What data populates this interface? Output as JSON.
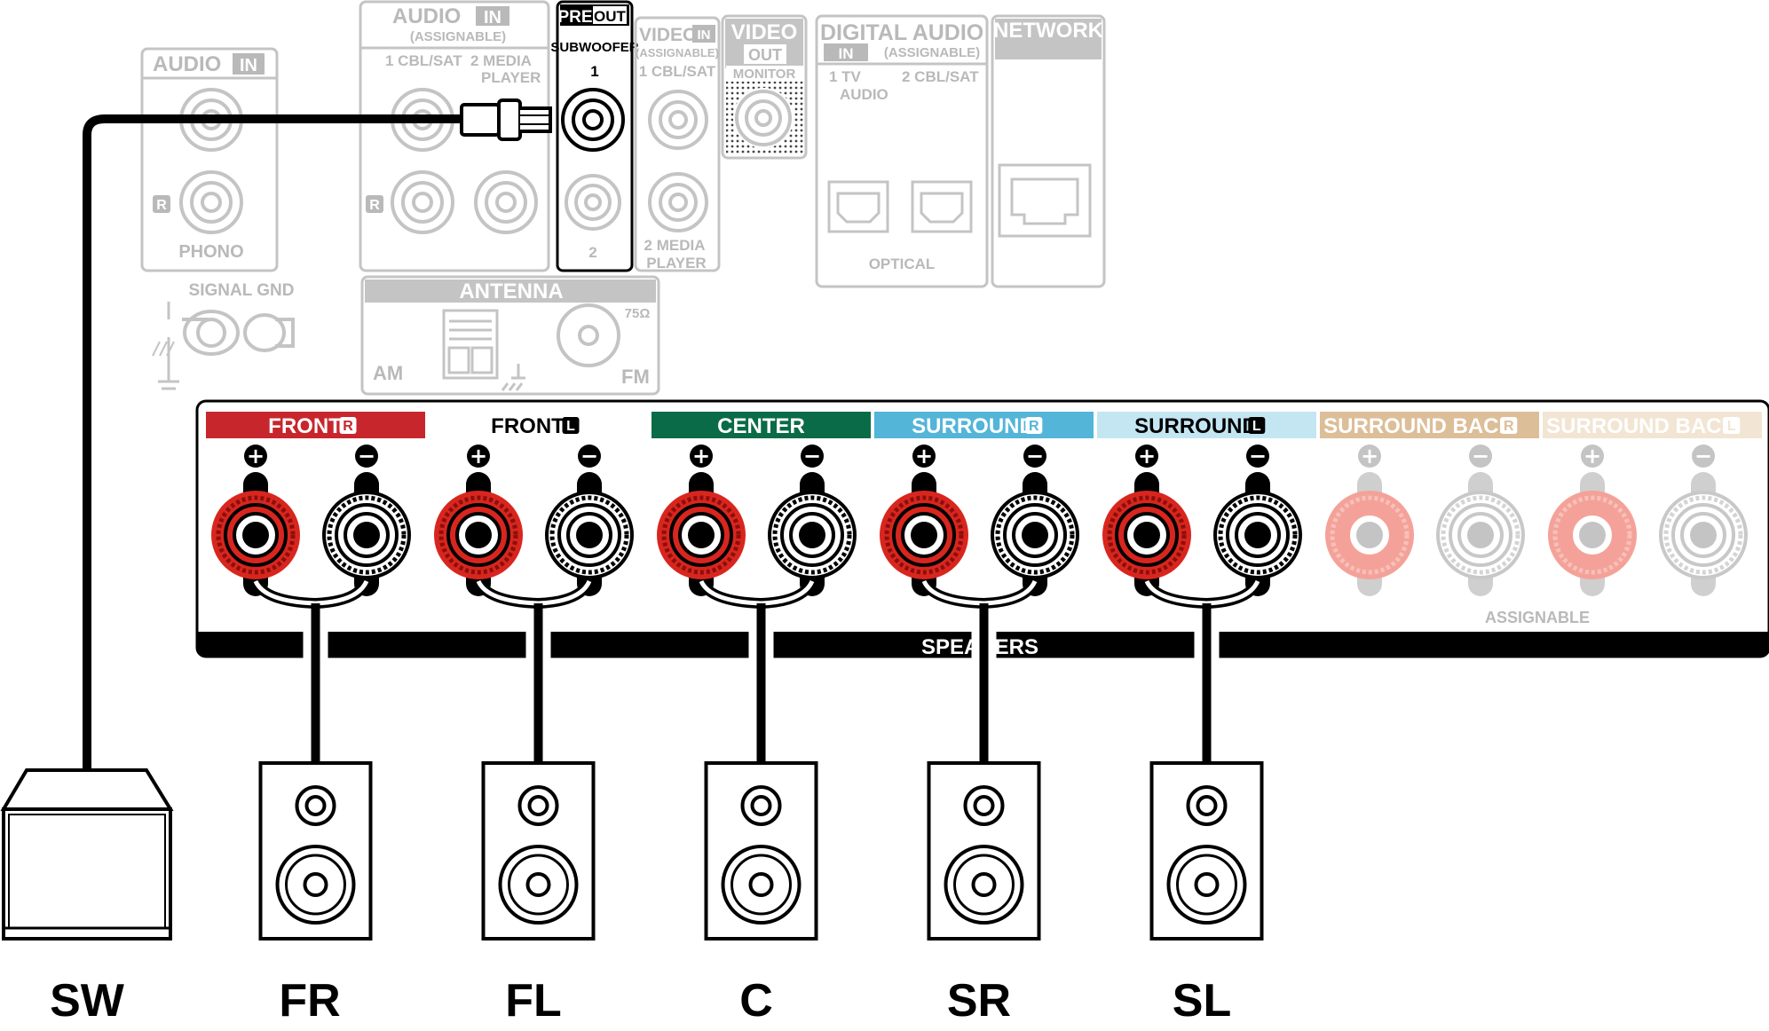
{
  "panel": {
    "audio_in_phono": {
      "title": "AUDIO",
      "badge": "IN",
      "r_mark": "R",
      "label": "PHONO"
    },
    "signal_gnd": "SIGNAL GND",
    "audio_in_assignable": {
      "title": "AUDIO",
      "badge": "IN",
      "sub": "(ASSIGNABLE)",
      "ch1": "1 CBL/SAT",
      "ch2": "2 MEDIA",
      "ch2b": "PLAYER",
      "r_mark": "R"
    },
    "pre_out": {
      "pre": "PRE",
      "out": "OUT",
      "sub": "SUBWOOFER",
      "n1": "1",
      "n2": "2"
    },
    "video_in": {
      "title": "VIDEO",
      "badge": "IN",
      "sub": "(ASSIGNABLE)",
      "ch1": "1 CBL/SAT",
      "ch2": "2 MEDIA",
      "ch2b": "PLAYER"
    },
    "video_out": {
      "title": "VIDEO",
      "badge": "OUT",
      "sub": "MONITOR"
    },
    "digital_audio": {
      "title": "DIGITAL AUDIO",
      "badge": "IN",
      "sub": "(ASSIGNABLE)",
      "ch1a": "1   TV",
      "ch1b": "AUDIO",
      "ch2": "2 CBL/SAT",
      "label": "OPTICAL"
    },
    "network": {
      "title": "NETWORK"
    },
    "antenna": {
      "title": "ANTENNA",
      "am": "AM",
      "fm": "FM",
      "ohm": "75Ω"
    }
  },
  "speakers": {
    "channels": [
      {
        "label": "FRONT",
        "side": "R",
        "color": "#c8262d",
        "text_color": "#ffffff",
        "active": true
      },
      {
        "label": "FRONT",
        "side": "L",
        "color": "#ffffff",
        "text_color": "#000000",
        "active": true
      },
      {
        "label": "CENTER",
        "side": "",
        "color": "#0a6b48",
        "text_color": "#ffffff",
        "active": true
      },
      {
        "label": "SURROUND",
        "side": "R",
        "color": "#53b5d8",
        "text_color": "#ffffff",
        "active": true
      },
      {
        "label": "SURROUND",
        "side": "L",
        "color": "#c4e6f3",
        "text_color": "#000000",
        "active": true
      },
      {
        "label": "SURROUND BACK",
        "side": "R",
        "color": "#dcbe98",
        "text_color": "#ffffff",
        "active": false
      },
      {
        "label": "SURROUND BACK",
        "side": "L",
        "color": "#f2e5d3",
        "text_color": "#ffffff",
        "active": false
      }
    ],
    "plus": "+",
    "minus": "−",
    "assignable": "ASSIGNABLE",
    "bar_label": "SPEAKERS"
  },
  "devices": {
    "sw": "SW",
    "fr": "FR",
    "fl": "FL",
    "c": "C",
    "sr": "SR",
    "sl": "SL"
  }
}
